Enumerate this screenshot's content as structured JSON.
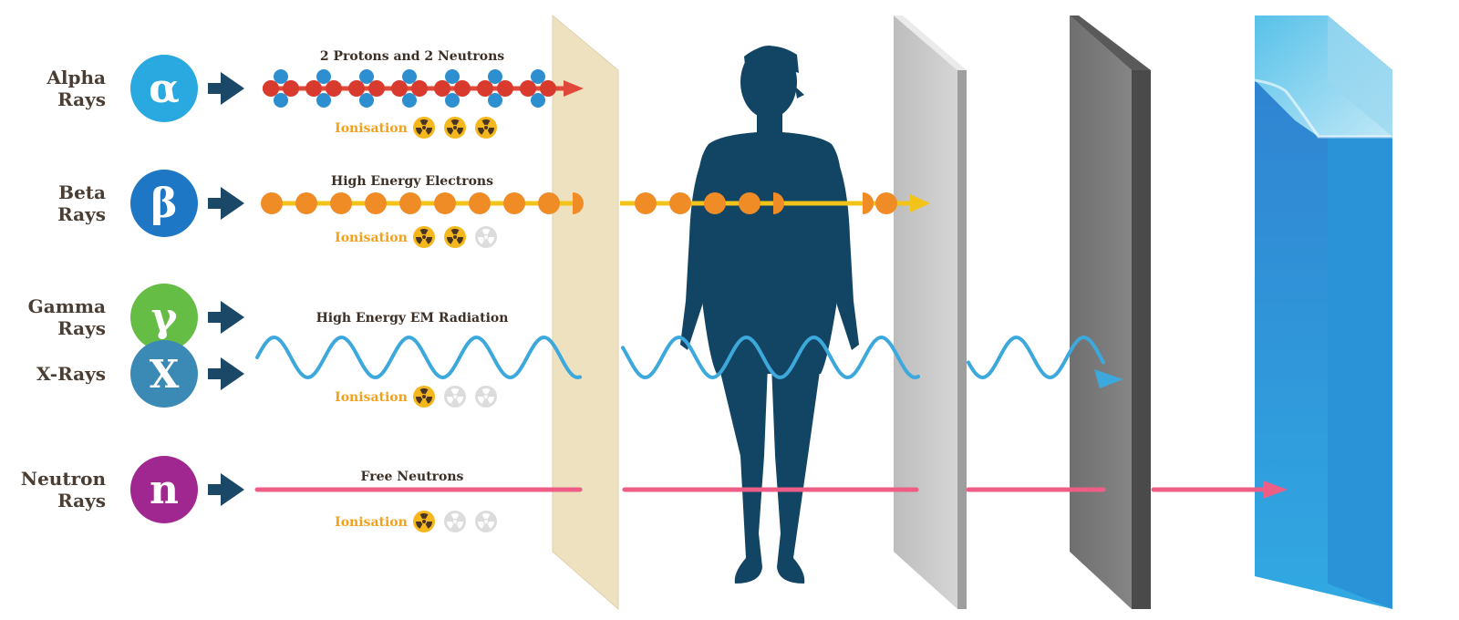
{
  "rays": [
    {
      "id": "alpha",
      "label_lines": [
        "Alpha",
        "Rays"
      ],
      "symbol": "α",
      "color": "#29a9e0",
      "description": "2 Protons and 2 Neutrons",
      "ionisation_text": "Ionisation",
      "ionisation_level": 3,
      "ionisation_max": 3,
      "stopped_by": "paper"
    },
    {
      "id": "beta",
      "label_lines": [
        "Beta",
        "Rays"
      ],
      "symbol": "β",
      "color": "#1d77c4",
      "description": "High Energy Electrons",
      "ionisation_text": "Ionisation",
      "ionisation_level": 2,
      "ionisation_max": 3,
      "stopped_by": "aluminium"
    },
    {
      "id": "gamma",
      "label_lines": [
        "Gamma",
        "Rays"
      ],
      "symbol": "γ",
      "color": "#66bd45",
      "description": "High Energy EM Radiation",
      "ionisation_text": "Ionisation",
      "ionisation_level": 1,
      "ionisation_max": 3,
      "stopped_by": "lead"
    },
    {
      "id": "xray",
      "label_lines": [
        "X-Rays"
      ],
      "symbol": "X",
      "color": "#3b89b5",
      "description": "",
      "ionisation_text": "",
      "ionisation_level": 1,
      "ionisation_max": 3,
      "stopped_by": "lead"
    },
    {
      "id": "neutron",
      "label_lines": [
        "Neutron",
        "Rays"
      ],
      "symbol": "n",
      "color": "#a0278f",
      "description": "Free Neutrons",
      "ionisation_text": "Ionisation",
      "ionisation_level": 1,
      "ionisation_max": 3,
      "stopped_by": "water"
    }
  ],
  "colors": {
    "label_text": "#4a3d33",
    "description_text": "#3b2f26",
    "ionisation_text": "#f0a21e",
    "arrow_navy": "#1c4868",
    "alpha_beam": "#e0483a",
    "alpha_neutron": "#2d8fd0",
    "alpha_proton": "#d83a2e",
    "beta_particle": "#f08c26",
    "beta_beam": "#f3c319",
    "wave": "#3da8db",
    "neutron_beam": "#ed5d86",
    "paper": "#ede1c0",
    "aluminium": "#c5c5c5",
    "lead": "#777777",
    "water": "#1e88d0",
    "human": "#124563",
    "hazard_active": "#f4b81e",
    "hazard_inactive": "#dcdcdc"
  },
  "icons": {
    "hazard": "radiation-hazard-icon",
    "human": "human-silhouette",
    "arrow": "right-arrow-icon"
  },
  "barriers": [
    "paper",
    "human-body",
    "aluminium",
    "lead",
    "water"
  ]
}
